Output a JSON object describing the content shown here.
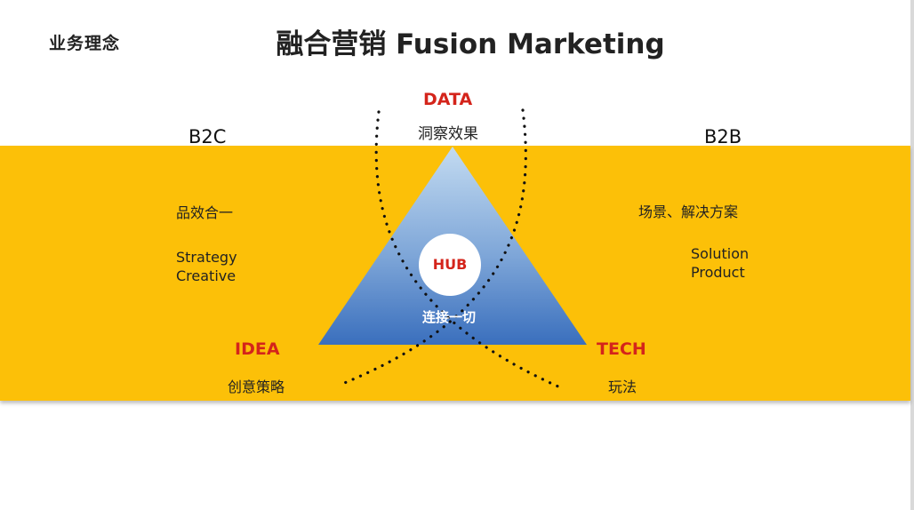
{
  "header": {
    "section_label": "业务理念",
    "title": "融合营销 Fusion Marketing"
  },
  "colors": {
    "band": "#fcc008",
    "accent_red": "#d4241b",
    "section_teal": "#2aa1b2",
    "triangle_top": "#b9d3ec",
    "triangle_bottom": "#3d72be"
  },
  "left": {
    "heading": "B2C",
    "line1": "品效合一",
    "line2a": "Strategy",
    "line2b": "Creative"
  },
  "right": {
    "heading": "B2B",
    "line1": "场景、解决方案",
    "line2a": "Solution",
    "line2b": "Product"
  },
  "nodes": {
    "data": {
      "label": "DATA",
      "sub": "洞察效果"
    },
    "idea": {
      "label": "IDEA",
      "sub": "创意策略"
    },
    "tech": {
      "label": "TECH",
      "sub": "玩法"
    },
    "hub": {
      "label": "HUB",
      "sub": "连接一切"
    }
  }
}
